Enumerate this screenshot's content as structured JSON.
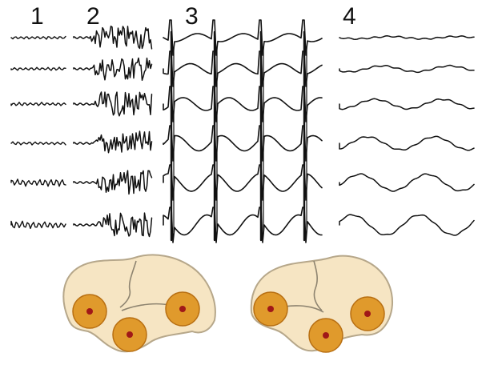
{
  "panels": [
    {
      "label": "1",
      "pattern": "low-amplitude-fast"
    },
    {
      "label": "2",
      "pattern": "high-frequency-burst"
    },
    {
      "label": "3",
      "pattern": "spike-and-wave"
    },
    {
      "label": "4",
      "pattern": "slow-waves"
    }
  ],
  "channels_per_panel": 6,
  "brains": [
    {
      "name": "left-hemisphere-view",
      "electrodes": 3
    },
    {
      "name": "right-hemisphere-view",
      "electrodes": 3
    }
  ],
  "colors": {
    "trace": "#111111",
    "brain_fill": "#f6e5c3",
    "electrode_ring": "#e09a2c",
    "electrode_center": "#a01818"
  }
}
